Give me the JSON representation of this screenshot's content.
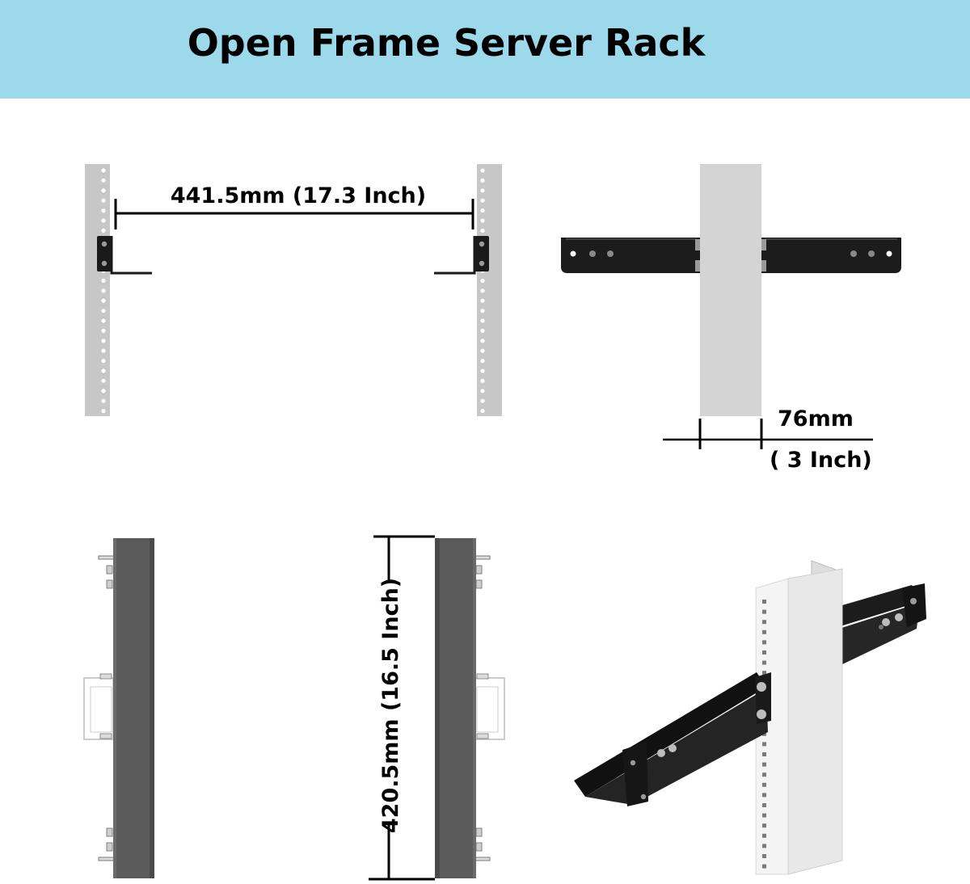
{
  "header": {
    "title": "Open Frame Server Rack",
    "background_color": "#9cd9ea"
  },
  "dimensions": {
    "width_between_rails": "441.5mm (17.3 Inch)",
    "post_width_mm": "76mm",
    "post_width_inch": "( 3 Inch)",
    "rail_length": "420.5mm (16.5 Inch)"
  },
  "colors": {
    "post_light": "#c7c7c7",
    "post_face": "#d4d4d4",
    "rail_dark": "#5a5a5a",
    "bracket_black": "#1c1c1c",
    "iso_post": "#f1f1f1"
  }
}
